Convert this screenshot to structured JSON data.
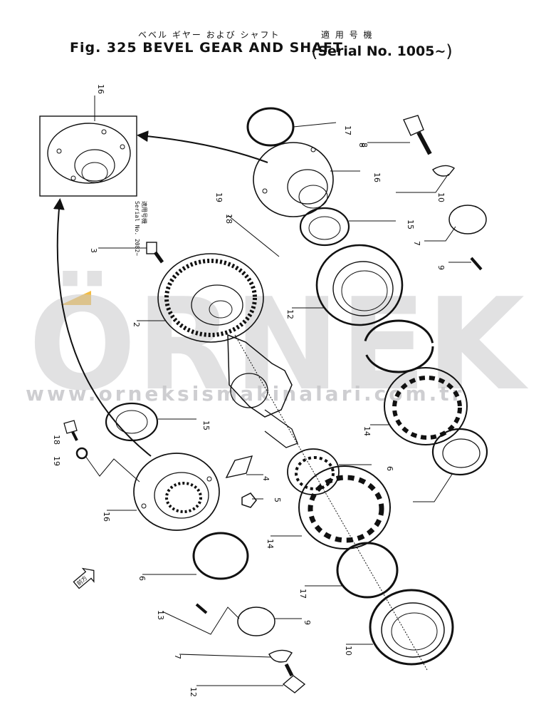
{
  "header": {
    "title_jp": "ベベル ギヤー および シャフト",
    "title": "Fig. 325 BEVEL GEAR AND SHAFT",
    "serial_jp": "適 用 号 機",
    "serial": "Serial No. 1005~"
  },
  "watermark": {
    "brand": "ÖRNEK",
    "url": "www.orneksismakinalari.com.tr"
  },
  "inset": {
    "note_jp": "適用号機",
    "note": "Serial No. 2082~"
  },
  "callouts": [
    "16",
    "17",
    "8",
    "16",
    "10",
    "18",
    "19",
    "15",
    "3",
    "7",
    "9",
    "12",
    "2",
    "4",
    "5",
    "14",
    "15",
    "6",
    "19",
    "18",
    "16",
    "14",
    "6",
    "17",
    "13",
    "9",
    "7",
    "10",
    "12",
    "8"
  ],
  "arrow_note": "前方",
  "colors": {
    "line": "#111111",
    "watermark": "#c9c9cc",
    "accent": "#f2b01e"
  }
}
